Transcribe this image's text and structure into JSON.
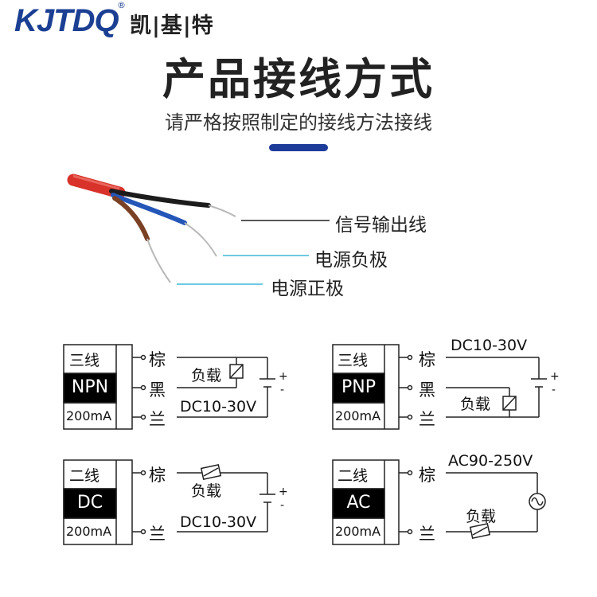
{
  "brand": {
    "logo_text": "KJTDQ",
    "registered": "®",
    "name_cn": "凯|基|特"
  },
  "header": {
    "title": "产品接线方式",
    "subtitle": "请严格按照制定的接线方法接线",
    "accent_color": "#1e3c9a"
  },
  "cable_callouts": {
    "signal_out": "信号输出线",
    "power_negative": "电源负极",
    "power_positive": "电源正极",
    "leader_color": "#3fb8d9"
  },
  "wiring_diagrams": {
    "npn": {
      "wire_label": "三线",
      "type": "NPN",
      "current": "200mA",
      "terminal_brown": "棕",
      "terminal_black": "黑",
      "terminal_blue": "兰",
      "load_label": "负载",
      "voltage": "DC10-30V",
      "plus": "+",
      "minus": "-"
    },
    "pnp": {
      "wire_label": "三线",
      "type": "PNP",
      "current": "200mA",
      "terminal_brown": "棕",
      "terminal_black": "黑",
      "terminal_blue": "兰",
      "load_label": "负载",
      "voltage": "DC10-30V",
      "plus": "+",
      "minus": "-"
    },
    "dc_two_wire": {
      "wire_label": "二线",
      "type": "DC",
      "current": "200mA",
      "terminal_brown": "棕",
      "terminal_blue": "兰",
      "load_label": "负载",
      "voltage": "DC10-30V",
      "plus": "+",
      "minus": "-"
    },
    "ac_two_wire": {
      "wire_label": "二线",
      "type": "AC",
      "current": "200mA",
      "terminal_brown": "棕",
      "terminal_blue": "兰",
      "load_label": "负载",
      "voltage": "AC90-250V"
    }
  }
}
